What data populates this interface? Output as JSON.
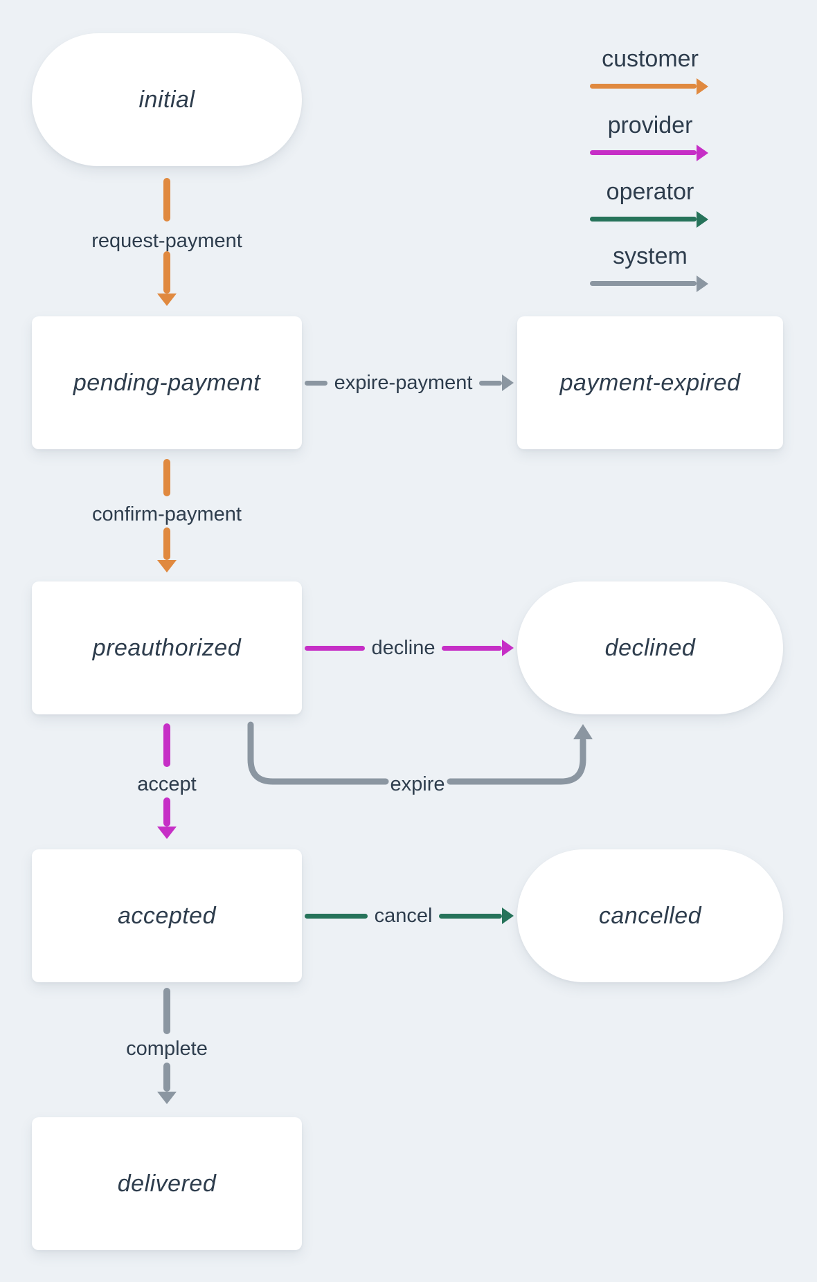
{
  "diagram_title": "transaction-process-state-diagram",
  "colors": {
    "customer": "#e0893f",
    "provider": "#c62fc6",
    "operator": "#26735a",
    "system": "#8b96a1",
    "label_text": "#2e3d4d",
    "node_background": "#ffffff",
    "page_background": "#edf1f5"
  },
  "legend": {
    "items": [
      {
        "label": "customer"
      },
      {
        "label": "provider"
      },
      {
        "label": "operator"
      },
      {
        "label": "system"
      }
    ]
  },
  "nodes": [
    {
      "id": "initial",
      "label": "initial",
      "shape": "stadium",
      "column": "left",
      "row": 1
    },
    {
      "id": "pending-payment",
      "label": "pending-payment",
      "shape": "rect",
      "column": "left",
      "row": 2
    },
    {
      "id": "payment-expired",
      "label": "payment-expired",
      "shape": "rect",
      "column": "right",
      "row": 2
    },
    {
      "id": "preauthorized",
      "label": "preauthorized",
      "shape": "rect",
      "column": "left",
      "row": 3
    },
    {
      "id": "declined",
      "label": "declined",
      "shape": "stadium",
      "column": "right",
      "row": 3
    },
    {
      "id": "accepted",
      "label": "accepted",
      "shape": "rect",
      "column": "left",
      "row": 4
    },
    {
      "id": "cancelled",
      "label": "cancelled",
      "shape": "stadium",
      "column": "right",
      "row": 4
    },
    {
      "id": "delivered",
      "label": "delivered",
      "shape": "rect",
      "column": "left",
      "row": 5
    }
  ],
  "transitions": [
    {
      "label": "request-payment",
      "actor": "customer",
      "from": "initial",
      "to": "pending-payment",
      "direction": "down"
    },
    {
      "label": "expire-payment",
      "actor": "system",
      "from": "pending-payment",
      "to": "payment-expired",
      "direction": "right"
    },
    {
      "label": "confirm-payment",
      "actor": "customer",
      "from": "pending-payment",
      "to": "preauthorized",
      "direction": "down"
    },
    {
      "label": "decline",
      "actor": "provider",
      "from": "preauthorized",
      "to": "declined",
      "direction": "right"
    },
    {
      "label": "expire",
      "actor": "system",
      "from": "preauthorized",
      "to": "declined",
      "direction": "curved"
    },
    {
      "label": "accept",
      "actor": "provider",
      "from": "preauthorized",
      "to": "accepted",
      "direction": "down"
    },
    {
      "label": "cancel",
      "actor": "operator",
      "from": "accepted",
      "to": "cancelled",
      "direction": "right"
    },
    {
      "label": "complete",
      "actor": "system",
      "from": "accepted",
      "to": "delivered",
      "direction": "down"
    }
  ]
}
